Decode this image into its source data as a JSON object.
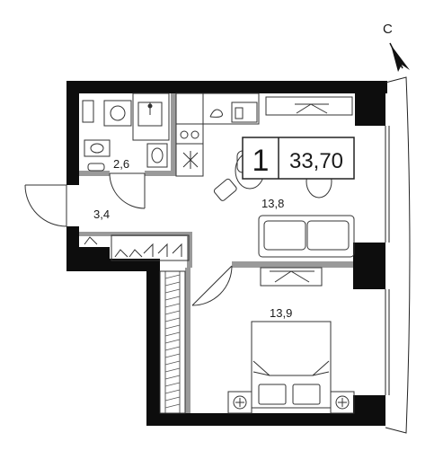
{
  "compass": {
    "label": "С"
  },
  "badge": {
    "rooms": "1",
    "area": "33,70"
  },
  "rooms": {
    "bathroom": "2,6",
    "hall": "3,4",
    "living": "13,8",
    "bedroom": "13,9"
  },
  "colors": {
    "wall": "#0d0d0d",
    "partition": "#9a9a9a",
    "line": "#333333",
    "badge_border": "#222222"
  }
}
